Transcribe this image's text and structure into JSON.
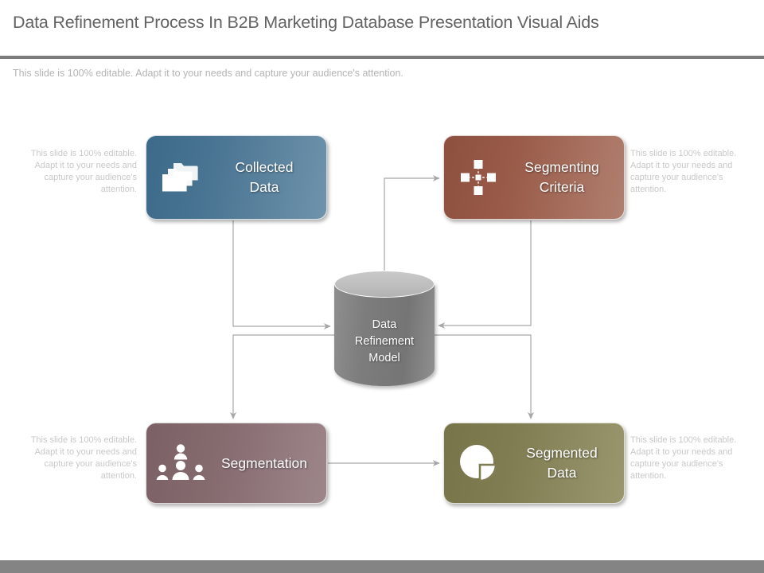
{
  "slide": {
    "title": "Data Refinement Process In B2B Marketing Database Presentation Visual Aids",
    "subtitle": "This slide is 100% editable.  Adapt it to your needs and capture your audience's attention.",
    "divider_color": "#7c7c7c",
    "footer_color": "#848484"
  },
  "notes": {
    "top_left": "This slide is 100% editable. Adapt it to your needs and capture your audience's attention.",
    "top_right": "This slide is 100% editable. Adapt it to your needs and capture your audience's attention.",
    "bottom_left": "This slide is 100% editable. Adapt it to your needs and capture your audience's attention.",
    "bottom_right": "This slide is 100% editable. Adapt it to your needs and capture your audience's attention."
  },
  "diagram": {
    "nodes": [
      {
        "id": "collected-data",
        "label": "Collected\nData",
        "icon": "folders-icon",
        "color": "#4a7593"
      },
      {
        "id": "segmenting-criteria",
        "label": "Segmenting\nCriteria",
        "icon": "node-network-icon",
        "color": "#9a5b49"
      },
      {
        "id": "segmentation",
        "label": "Segmentation",
        "icon": "people-group-icon",
        "color": "#856a6e"
      },
      {
        "id": "segmented-data",
        "label": "Segmented\nData",
        "icon": "pie-chart-icon",
        "color": "#807d53"
      }
    ],
    "center": {
      "id": "data-refinement-model",
      "label": "Data\nRefinement\nModel",
      "shape": "cylinder",
      "color": "#7d7d7d"
    },
    "connector_color": "#a0a0a0",
    "connections": [
      {
        "from": "collected-data",
        "to": "data-refinement-model"
      },
      {
        "from": "data-refinement-model",
        "to": "segmenting-criteria"
      },
      {
        "from": "segmenting-criteria",
        "to": "data-refinement-model"
      },
      {
        "from": "data-refinement-model",
        "to": "segmentation"
      },
      {
        "from": "data-refinement-model",
        "to": "segmented-data"
      },
      {
        "from": "segmentation",
        "to": "segmented-data"
      }
    ]
  }
}
